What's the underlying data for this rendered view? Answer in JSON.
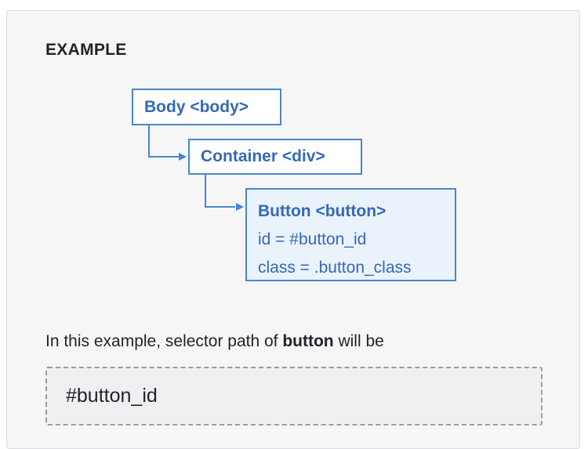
{
  "example": {
    "heading": "EXAMPLE",
    "tree": {
      "body": {
        "label": "Body <body>"
      },
      "container": {
        "label": "Container <div>"
      },
      "button": {
        "label": "Button <button>",
        "id_line": "id = #button_id",
        "class_line": "class = .button_class"
      }
    },
    "explanation": {
      "prefix": "In this example, selector path of ",
      "emphasis": "button",
      "suffix": " will be"
    },
    "result": "#button_id"
  },
  "colors": {
    "node_border": "#4a84d0",
    "node_text": "#3469b8",
    "highlight_fill": "#eaf2fc",
    "panel_bg": "#f6f6f7"
  }
}
